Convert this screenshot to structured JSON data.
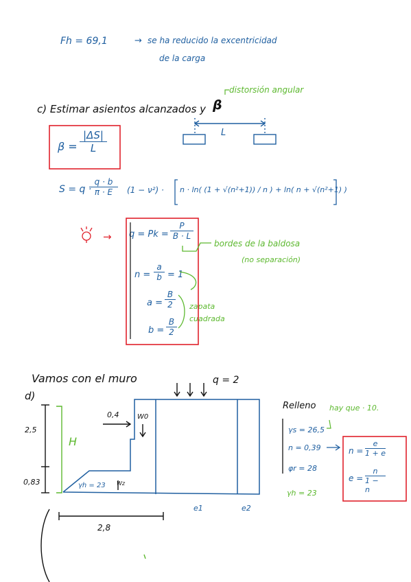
{
  "header": {
    "fh_label": "Fh = 69,1",
    "arrow": "→",
    "note_line1": "se ha reducido la excentricidad",
    "note_line2": "de la carga"
  },
  "section_c": {
    "title": "c) Estimar asientos alcanzados y",
    "beta": "β",
    "beta_note": "distorsión angular",
    "beta_formula_lhs": "β =",
    "beta_num": "|ΔS|",
    "beta_den": "L",
    "span_label": "L",
    "settlement_lhs": "S = q ·",
    "settlement_frac_num": "q · b",
    "settlement_frac_den": "π · E",
    "settlement_factor": "(1 − ν²) ·",
    "settlement_bracket": "n · ln( (1 + √(n²+1)) / n ) + ln( n + √(n²+1) )",
    "bulb_arrow": "→",
    "q_def": "q = Pk =",
    "q_num": "P",
    "q_den": "B · L",
    "n_def": "n =",
    "n_num": "a",
    "n_den": "b",
    "n_value": "= 1",
    "a_def": "a =",
    "a_num": "B",
    "a_den": "2",
    "b_def": "b =",
    "b_num": "B",
    "b_den": "2",
    "note_green_1": "bordes de la baldosa",
    "note_green_2": "(no separación)",
    "note_green_3": "zapata",
    "note_green_4": "cuadrada"
  },
  "wall": {
    "title": "Vamos con el muro",
    "q_label": "q = 2",
    "d_label": "d)",
    "h_upper": "2,5",
    "h_lower": "0,83",
    "H_label": "H",
    "top_width": "0,4",
    "w0_label": "W0",
    "gamma_h": "γh = 23",
    "wz_label": "Wz",
    "base_width": "2,8",
    "e1": "e1",
    "e2": "e2"
  },
  "relleno": {
    "title": "Relleno",
    "note": "hay que · 10.",
    "gamma_s": "γs = 26,5",
    "n_value": "n = 0,39",
    "phi": "φr = 28",
    "gamma_h": "γh = 23",
    "box_n_lhs": "n =",
    "box_n_num": "e",
    "box_n_den": "1 + e",
    "box_e_lhs": "e =",
    "box_e_num": "n",
    "box_e_den": "1 − n"
  },
  "colors": {
    "ink_blue": "#1f5fa0",
    "ink_black": "#111111",
    "ink_green": "#5cb82e",
    "ink_red": "#e0212b"
  }
}
